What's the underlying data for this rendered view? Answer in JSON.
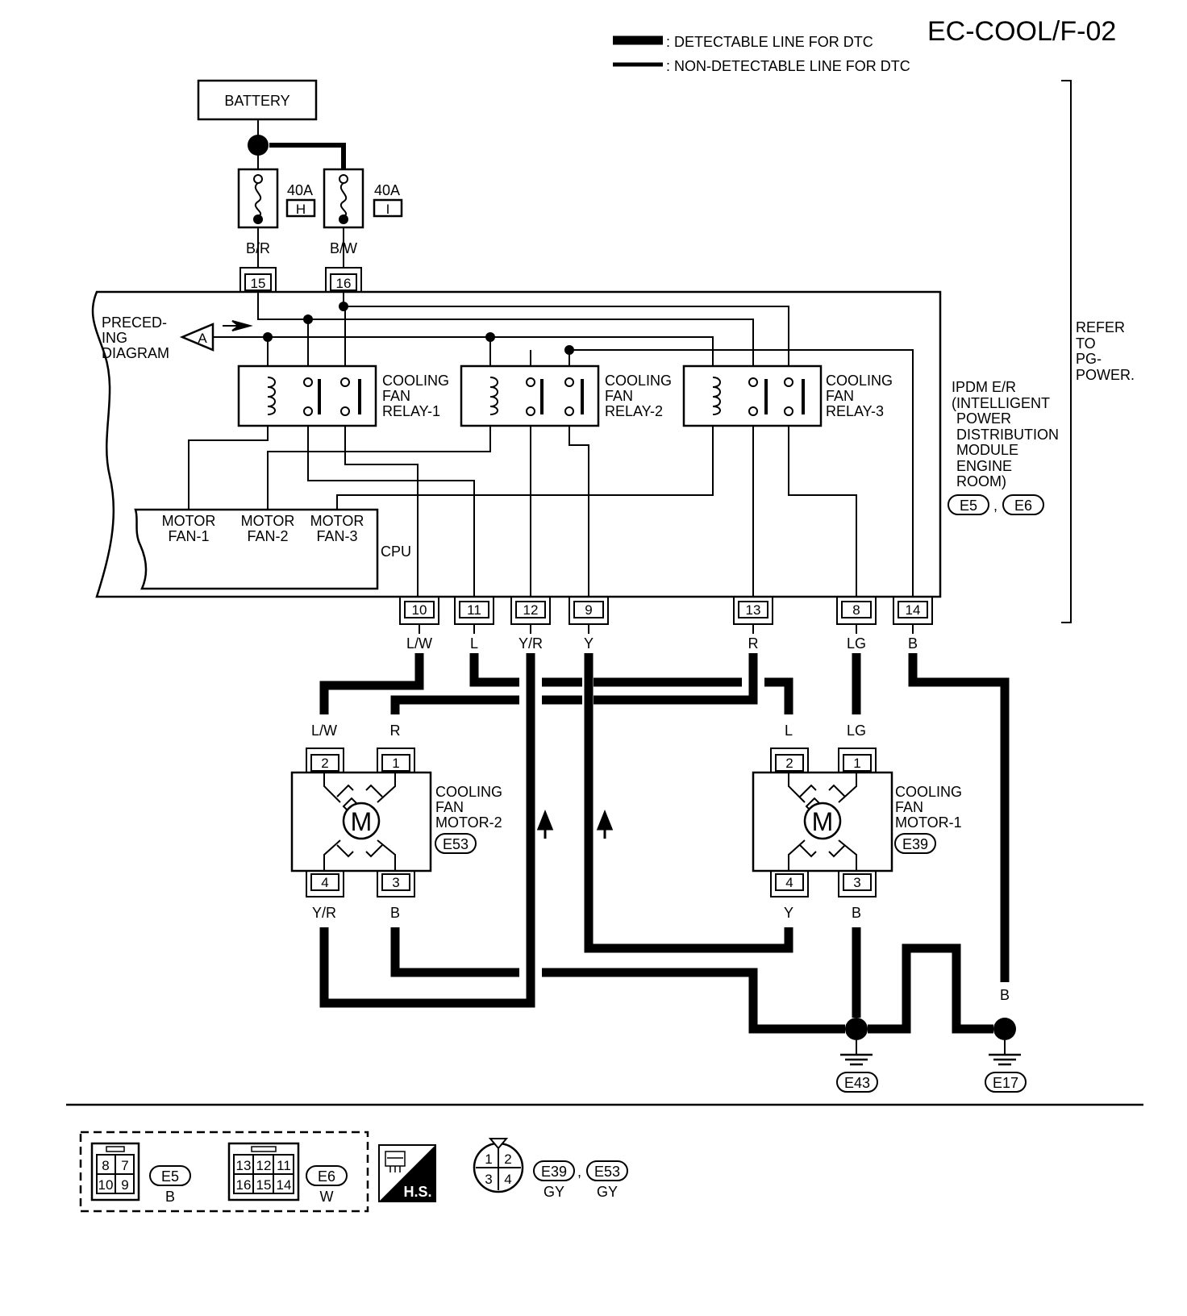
{
  "code": "EC-COOL/F-02",
  "legend": {
    "detectable": ": DETECTABLE LINE FOR DTC",
    "non_detectable": ": NON-DETECTABLE LINE FOR DTC"
  },
  "battery": "BATTERY",
  "fuses": [
    {
      "amp": "40A",
      "letter": "H",
      "wire": "B/R",
      "terminal": "15"
    },
    {
      "amp": "40A",
      "letter": "I",
      "wire": "B/W",
      "terminal": "16"
    }
  ],
  "preceding": [
    "PRECED-",
    "ING",
    "DIAGRAM"
  ],
  "preceding_tag": "A",
  "relays": [
    [
      "COOLING",
      "FAN",
      "RELAY-1"
    ],
    [
      "COOLING",
      "FAN",
      "RELAY-2"
    ],
    [
      "COOLING",
      "FAN",
      "RELAY-3"
    ]
  ],
  "cpu": {
    "label": "CPU",
    "outputs": [
      [
        "MOTOR",
        "FAN-1"
      ],
      [
        "MOTOR",
        "FAN-2"
      ],
      [
        "MOTOR",
        "FAN-3"
      ]
    ]
  },
  "ipdm": {
    "lines": [
      "IPDM E/R",
      "(INTELLIGENT",
      "POWER",
      "DISTRIBUTION",
      "MODULE",
      "ENGINE",
      "ROOM)"
    ],
    "connectors": [
      "E5",
      "E6"
    ],
    "sep": ","
  },
  "refer": [
    "REFER",
    "TO",
    "PG-",
    "POWER."
  ],
  "bottom_terminals": [
    {
      "num": "10",
      "wire": "L/W"
    },
    {
      "num": "11",
      "wire": "L"
    },
    {
      "num": "12",
      "wire": "Y/R"
    },
    {
      "num": "9",
      "wire": "Y"
    },
    {
      "num": "13",
      "wire": "R"
    },
    {
      "num": "8",
      "wire": "LG"
    },
    {
      "num": "14",
      "wire": "B"
    }
  ],
  "motor2": {
    "symbol": "M",
    "lines": [
      "COOLING",
      "FAN",
      "MOTOR-2"
    ],
    "connector": "E53",
    "top_pins": [
      {
        "num": "2",
        "wire": "L/W"
      },
      {
        "num": "1",
        "wire": "R"
      }
    ],
    "bottom_pins": [
      {
        "num": "4",
        "wire": "Y/R"
      },
      {
        "num": "3",
        "wire": "B"
      }
    ]
  },
  "motor1": {
    "symbol": "M",
    "lines": [
      "COOLING",
      "FAN",
      "MOTOR-1"
    ],
    "connector": "E39",
    "top_pins": [
      {
        "num": "2",
        "wire": "L"
      },
      {
        "num": "1",
        "wire": "LG"
      }
    ],
    "bottom_pins": [
      {
        "num": "4",
        "wire": "Y"
      },
      {
        "num": "3",
        "wire": "B"
      }
    ]
  },
  "ground_wires": [
    "B",
    "B",
    "B",
    "B",
    "B"
  ],
  "grounds": [
    "E43",
    "E17"
  ],
  "footer": {
    "e5": {
      "pins": [
        "8",
        "7",
        "10",
        "9"
      ],
      "id": "E5",
      "color": "B"
    },
    "e6": {
      "pins": [
        "13",
        "12",
        "11",
        "16",
        "15",
        "14"
      ],
      "id": "E6",
      "color": "W"
    },
    "hs": "H.S.",
    "motor_conn": {
      "pins": [
        "1",
        "2",
        "3",
        "4"
      ],
      "ids": [
        "E39",
        "E53"
      ],
      "colors": [
        "GY",
        "GY"
      ],
      "sep": ","
    }
  }
}
